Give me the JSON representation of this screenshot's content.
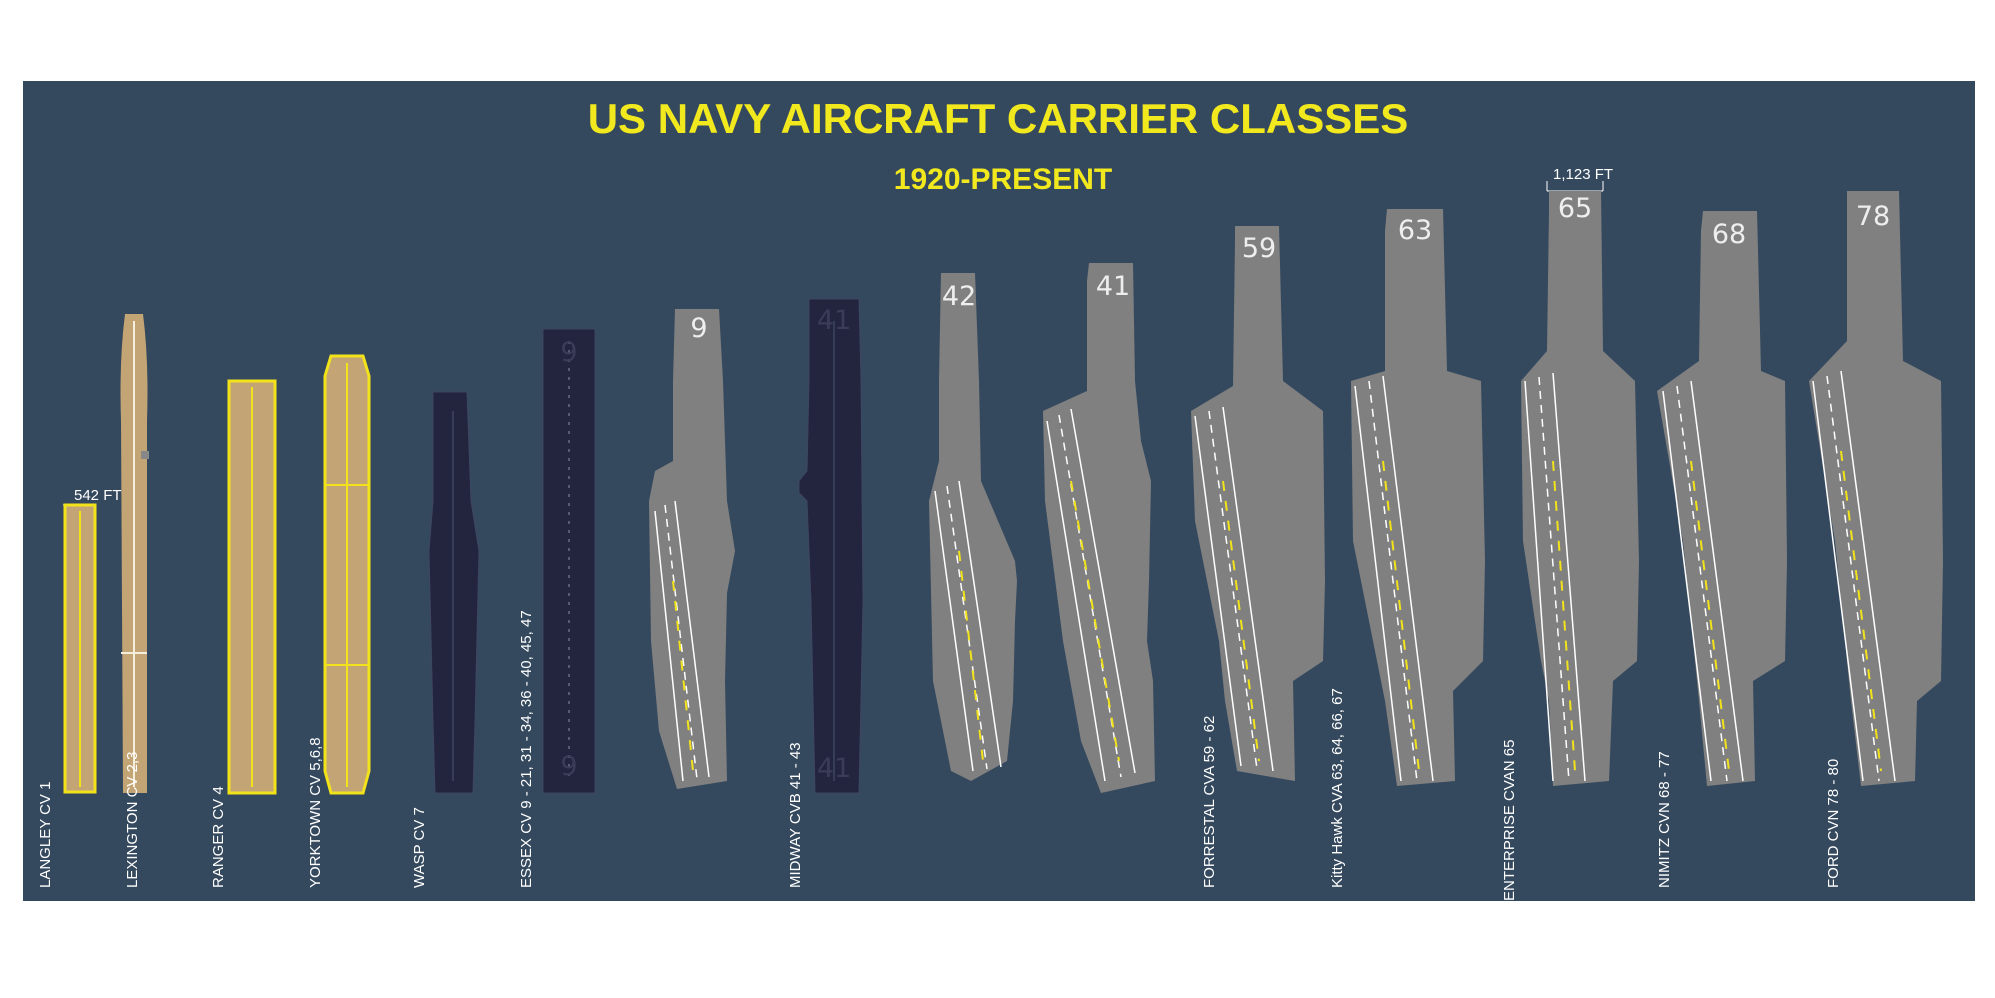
{
  "title": "US NAVY AIRCRAFT CARRIER CLASSES",
  "subtitle": "1920-PRESENT",
  "colors": {
    "background": "#35495e",
    "title": "#f2e81e",
    "wood_deck": "#c3a474",
    "dark_deck": "#23243e",
    "gray_deck": "#808080",
    "stripe_yellow": "#f1e21a",
    "label": "#ffffff"
  },
  "length_markers": [
    {
      "text": "542 FT"
    },
    {
      "text": "1,123 FT"
    }
  ],
  "carriers": [
    {
      "label": "LANGLEY CV 1",
      "hull_number": "",
      "deck": "wood"
    },
    {
      "label": "LEXINGTON CV 2,3",
      "hull_number": "",
      "deck": "wood"
    },
    {
      "label": "RANGER CV 4",
      "hull_number": "",
      "deck": "wood"
    },
    {
      "label": "YORKTOWN CV 5,6,8",
      "hull_number": "",
      "deck": "wood"
    },
    {
      "label": "WASP CV 7",
      "hull_number": "",
      "deck": "dark"
    },
    {
      "label": "ESSEX CV  9 - 21, 31 - 34, 36 - 40, 45, 47",
      "hull_number": "9",
      "deck": "dark"
    },
    {
      "label": "",
      "hull_number": "9",
      "deck": "gray"
    },
    {
      "label": "MIDWAY CVB 41 - 43",
      "hull_number": "41",
      "deck": "dark"
    },
    {
      "label": "",
      "hull_number": "42",
      "deck": "gray"
    },
    {
      "label": "",
      "hull_number": "41",
      "deck": "gray"
    },
    {
      "label": "FORRESTAL CVA 59 - 62",
      "hull_number": "59",
      "deck": "gray"
    },
    {
      "label": "Kitty Hawk CVA 63, 64, 66, 67",
      "hull_number": "63",
      "deck": "gray"
    },
    {
      "label": "ENTERPRISE CVAN 65",
      "hull_number": "65",
      "deck": "gray"
    },
    {
      "label": "NIMITZ  CVN  68 - 77",
      "hull_number": "68",
      "deck": "gray"
    },
    {
      "label": "FORD CVN  78 - 80",
      "hull_number": "78",
      "deck": "gray"
    }
  ]
}
